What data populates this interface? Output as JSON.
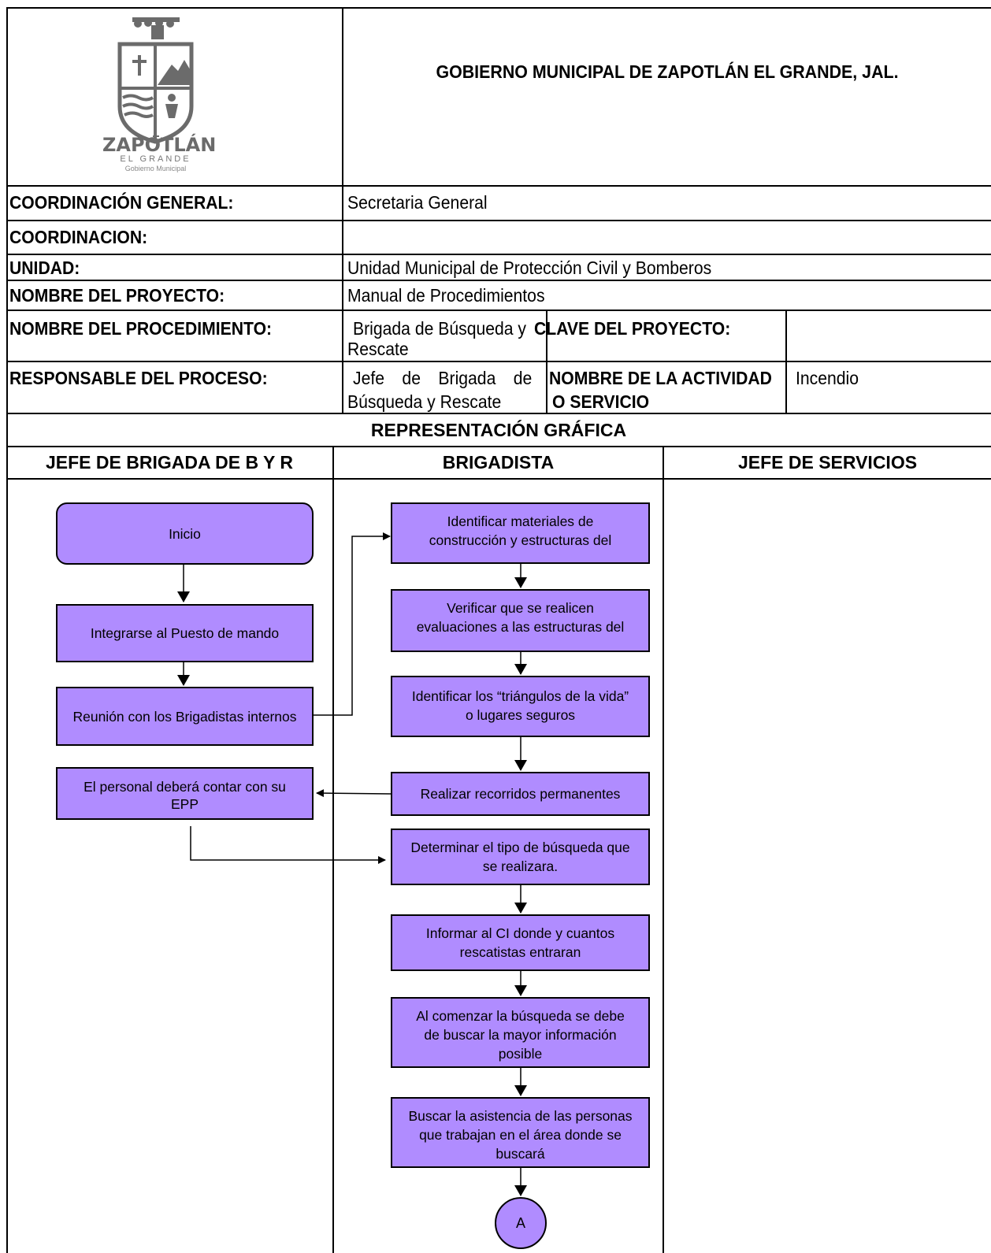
{
  "header": {
    "logo_text": "ZAPOTLÁN",
    "logo_sub1": "EL GRANDE",
    "logo_sub2": "Gobierno Municipal",
    "title": "GOBIERNO MUNICIPAL DE ZAPOTLÁN EL GRANDE, JAL."
  },
  "info": {
    "coordinacion_general_label": "COORDINACIÓN GENERAL:",
    "coordinacion_general_value": "Secretaria General",
    "coordinacion_label": "COORDINACION:",
    "coordinacion_value": "",
    "unidad_label": "UNIDAD:",
    "unidad_value": "Unidad Municipal de Protección Civil y Bomberos",
    "nombre_proyecto_label": "NOMBRE DEL PROYECTO:",
    "nombre_proyecto_value": "Manual de Procedimientos",
    "nombre_procedimiento_label": "NOMBRE DEL PROCEDIMIENTO:",
    "nombre_procedimiento_value_line1": "Brigada de Búsqueda y",
    "nombre_procedimiento_value_line2": "Rescate",
    "clave_proyecto_label": "CLAVE DEL PROYECTO:",
    "clave_proyecto_value": "",
    "responsable_label": "RESPONSABLE DEL PROCESO:",
    "responsable_value_line1": "Jefe de Brigada de",
    "responsable_value_line2": "Búsqueda y Rescate",
    "actividad_label_line1": "NOMBRE DE LA ACTIVIDAD",
    "actividad_label_line2": "O SERVICIO",
    "actividad_value": "Incendio"
  },
  "diagram": {
    "section_title": "REPRESENTACIÓN GRÁFICA",
    "lanes": [
      "JEFE DE BRIGADA DE B Y R",
      "BRIGADISTA",
      "JEFE DE SERVICIOS"
    ],
    "jefe_steps": [
      [
        "Inicio"
      ],
      [
        "Integrarse al Puesto de mando"
      ],
      [
        "Reunión con los Brigadistas internos"
      ],
      [
        "El personal deberá contar con su",
        "EPP"
      ]
    ],
    "brigadista_steps": [
      [
        "Identificar materiales de",
        "construcción y estructuras del"
      ],
      [
        "Verificar que se realicen",
        "evaluaciones a las estructuras del"
      ],
      [
        "Identificar los “triángulos de la vida”",
        "o lugares seguros"
      ],
      [
        "Realizar recorridos permanentes"
      ],
      [
        "Determinar el tipo de búsqueda que",
        "se realizara."
      ],
      [
        "Informar al CI donde y cuantos",
        "rescatistas entraran"
      ],
      [
        "Al comenzar la búsqueda se debe",
        "de buscar la mayor información",
        "posible"
      ],
      [
        "Buscar la asistencia de las personas",
        "que trabajan en el área donde se",
        "buscará"
      ]
    ],
    "connector": "A"
  }
}
